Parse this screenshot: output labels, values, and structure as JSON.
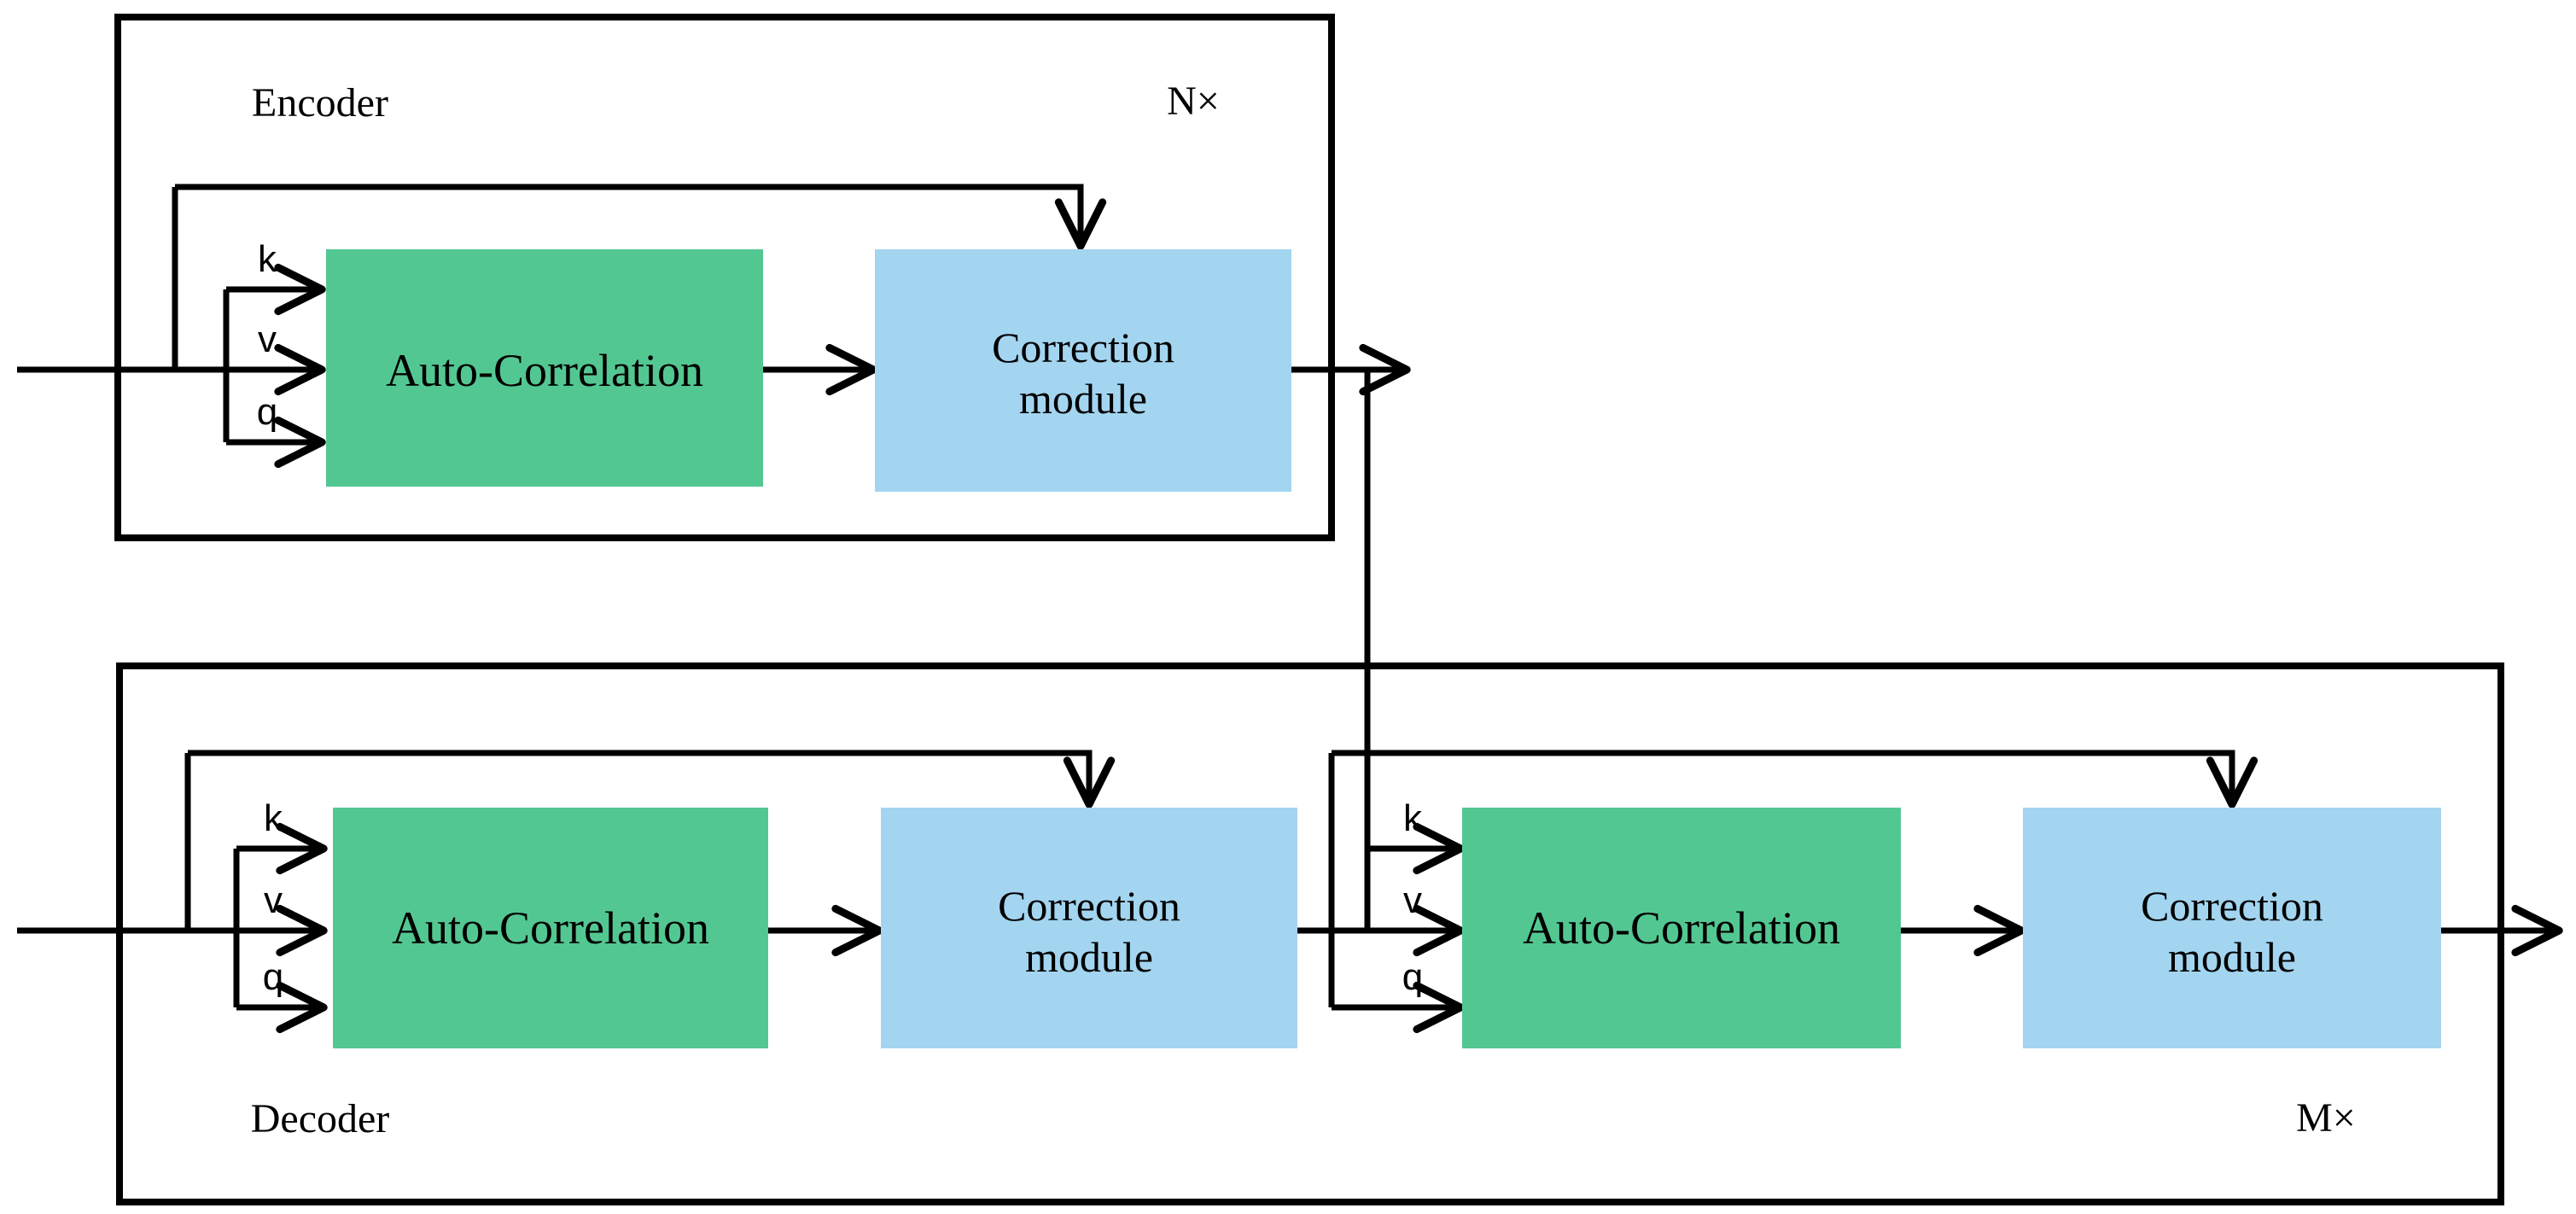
{
  "colors": {
    "attention_fill": "#53c792",
    "correction_fill": "#a3d5f0",
    "line": "#000000",
    "background": "#ffffff"
  },
  "encoder": {
    "label": "Encoder",
    "repeat_label": "N×",
    "block": {
      "attention_label": "Auto-Correlation",
      "correction_line1": "Correction",
      "correction_line2": "module",
      "ports": {
        "k": "k",
        "v": "v",
        "q": "q"
      }
    }
  },
  "decoder": {
    "label": "Decoder",
    "repeat_label": "M×",
    "blocks": [
      {
        "attention_label": "Auto-Correlation",
        "correction_line1": "Correction",
        "correction_line2": "module",
        "ports": {
          "k": "k",
          "v": "v",
          "q": "q"
        }
      },
      {
        "attention_label": "Auto-Correlation",
        "correction_line1": "Correction",
        "correction_line2": "module",
        "ports": {
          "k": "k",
          "v": "v",
          "q": "q"
        }
      }
    ]
  }
}
